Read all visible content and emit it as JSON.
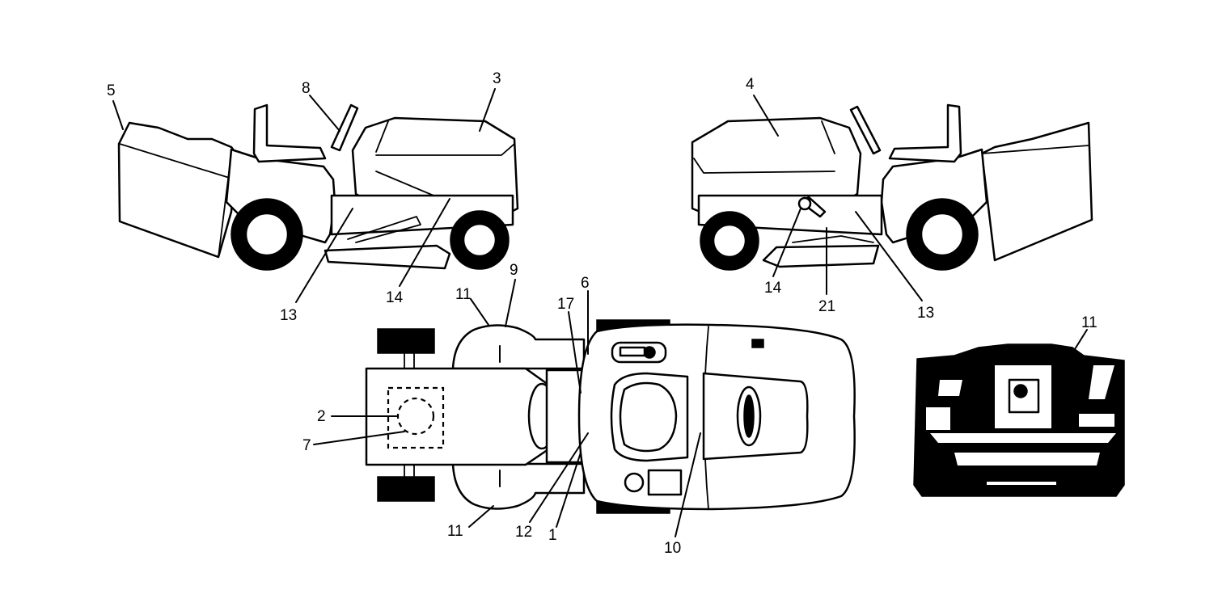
{
  "colors": {
    "line": "#000000",
    "background": "#ffffff"
  },
  "callouts": {
    "left_view": {
      "c5": "5",
      "c8": "8",
      "c3": "3",
      "c13": "13",
      "c14": "14"
    },
    "right_view": {
      "c4": "4",
      "c14": "14",
      "c21": "21",
      "c13": "13"
    },
    "top_view": {
      "c9": "9",
      "c11a": "11",
      "c6": "6",
      "c17": "17",
      "c2": "2",
      "c7": "7",
      "c11b": "11",
      "c12": "12",
      "c1": "1",
      "c10": "10"
    },
    "rear_panel": {
      "c11": "11"
    }
  }
}
